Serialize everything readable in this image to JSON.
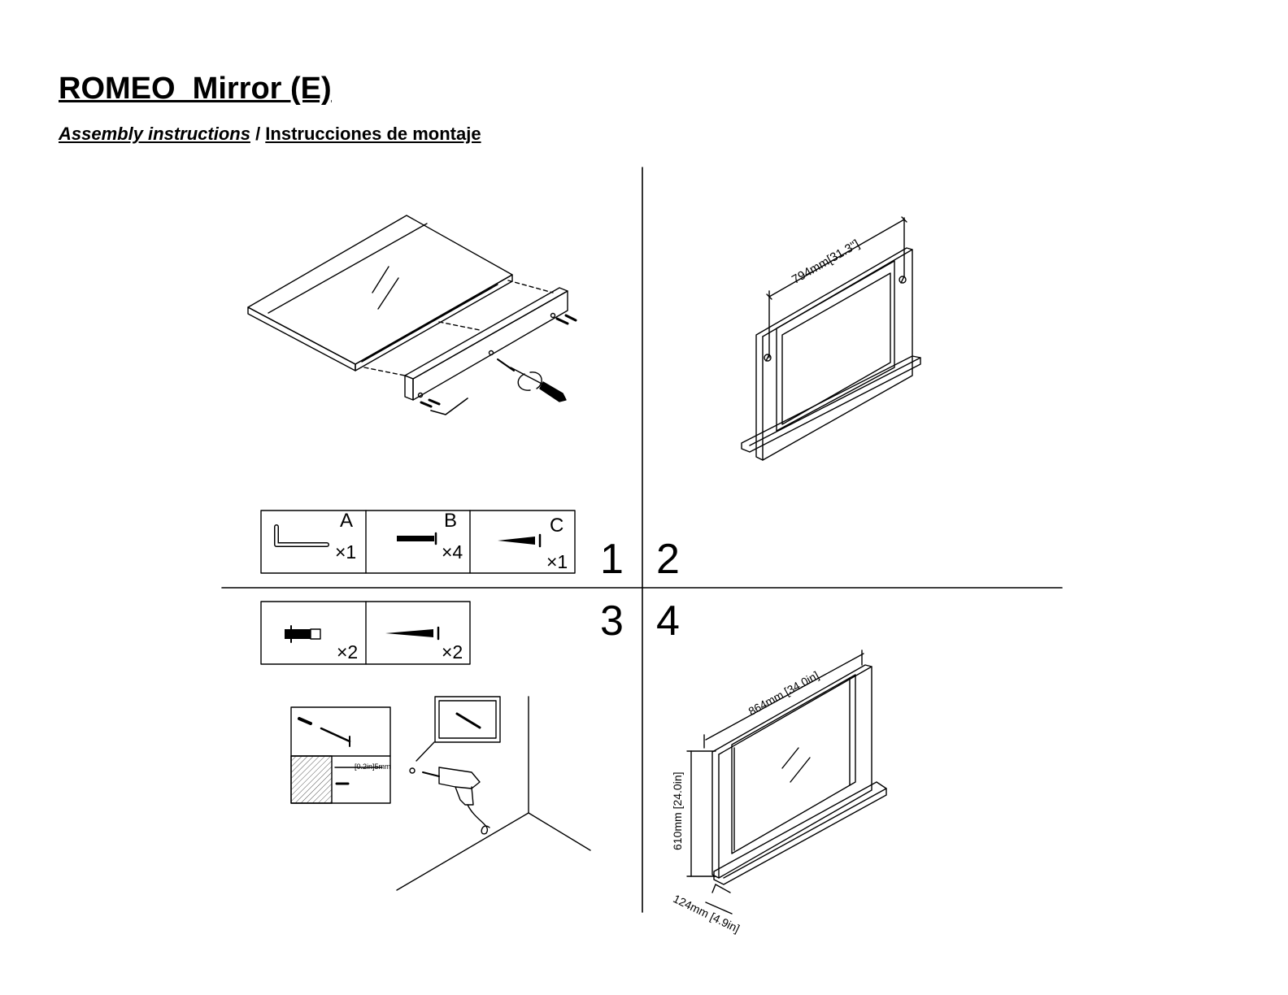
{
  "header": {
    "title": "ROMEO  Mirror (E)",
    "subtitle_en": "Assembly instructions",
    "subtitle_sep": " / ",
    "subtitle_es": "Instrucciones de montaje"
  },
  "steps": [
    "1",
    "2",
    "3",
    "4"
  ],
  "parts_top": [
    {
      "letter": "A",
      "qty": "×1",
      "icon": "allen-key-icon"
    },
    {
      "letter": "B",
      "qty": "×4",
      "icon": "bolt-icon"
    },
    {
      "letter": "C",
      "qty": "×1",
      "icon": "wood-screw-icon"
    }
  ],
  "parts_bottom": [
    {
      "qty": "×2",
      "icon": "wall-anchor-icon"
    },
    {
      "qty": "×2",
      "icon": "wall-screw-icon"
    }
  ],
  "dimensions": {
    "hanger_width": "794mm[31.3\"]",
    "width": "864mm [34.0in]",
    "height": "610mm [24.0in]",
    "depth": "124mm [4.9in]",
    "drill_depth": "[0.2in]5mm"
  }
}
